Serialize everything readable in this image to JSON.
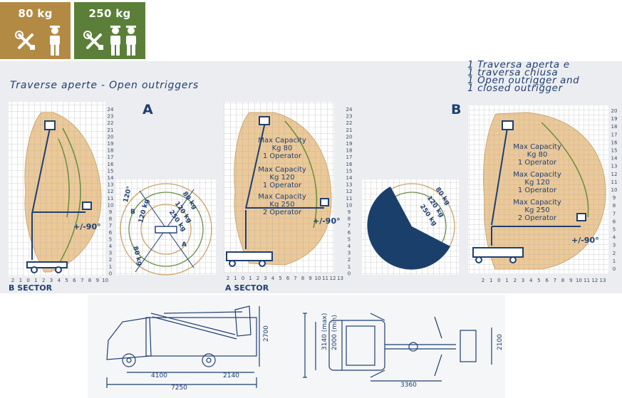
{
  "badges": [
    {
      "label": "80 kg",
      "color": "#b38a43",
      "icons": [
        "tools-icon",
        "operator-icon"
      ]
    },
    {
      "label": "250 kg",
      "color": "#5b7f39",
      "icons": [
        "tools-icon",
        "operator-icon",
        "operator-icon"
      ]
    }
  ],
  "titles": {
    "open_outriggers": "Traverse aperte - Open outriggers",
    "mixed_outriggers": [
      "1 Traversa aperta e",
      "1 traversa chiusa",
      "1 Open outrigger and",
      "1 closed outrigger"
    ]
  },
  "config_labels": {
    "a": "A",
    "b": "B"
  },
  "sector_labels": {
    "b_sector": "B SECTOR",
    "a_sector": "A SECTOR"
  },
  "rotation_label": "+/-90°",
  "capacity_labels": [
    {
      "title": "Max Capacity",
      "weight": "Kg 80",
      "operators": "1 Operator"
    },
    {
      "title": "Max Capacity",
      "weight": "Kg 120",
      "operators": "1 Operator"
    },
    {
      "title": "Max Capacity",
      "weight": "Kg 250",
      "operators": "2 Operator"
    }
  ],
  "ring_labels": {
    "r80": "80 kg",
    "r120": "120 kg",
    "r250": "250 kg"
  },
  "plan_sector_labels": {
    "a": "A",
    "b": "B",
    "angle": "120°",
    "kg80": "80 kg",
    "kg120": "120 kg"
  },
  "height_scale_24": [
    "24",
    "23",
    "22",
    "21",
    "20",
    "19",
    "18",
    "17",
    "16",
    "15",
    "14",
    "13",
    "12",
    "11",
    "10",
    "9",
    "8",
    "7",
    "6",
    "5",
    "4",
    "3",
    "2",
    "1",
    "0"
  ],
  "height_scale_20": [
    "20",
    "19",
    "18",
    "17",
    "16",
    "15",
    "14",
    "13",
    "12",
    "11",
    "10",
    "9",
    "8",
    "7",
    "6",
    "5",
    "4",
    "3",
    "2",
    "1",
    "0"
  ],
  "outreach_scale_1": [
    "2",
    "1",
    "0",
    "1",
    "2",
    "3",
    "4",
    "5",
    "6",
    "7",
    "8",
    "9",
    "10"
  ],
  "outreach_scale_2": [
    "2",
    "1",
    "0",
    "1",
    "2",
    "3",
    "4",
    "5",
    "6",
    "7",
    "8",
    "9",
    "10",
    "11",
    "12",
    "13"
  ],
  "outreach_scale_3": [
    "2",
    "1",
    "0",
    "1",
    "2",
    "3",
    "4",
    "5",
    "6",
    "7",
    "8",
    "9",
    "10",
    "11",
    "12",
    "13"
  ],
  "dimensions": {
    "height": "2700",
    "wheelbase": "4100",
    "rear_overhang": "2140",
    "total_length": "7250",
    "outrigger_max": "3140 (max)",
    "outrigger_min": "2000 (min)",
    "width": "2100",
    "outrigger_span": "3360"
  },
  "colors": {
    "envelope": "#ecc998",
    "grid": "#a8a8a8",
    "accent": "#1f3f72",
    "curve": "#5f8a37",
    "disc": "#1a3f6a"
  }
}
